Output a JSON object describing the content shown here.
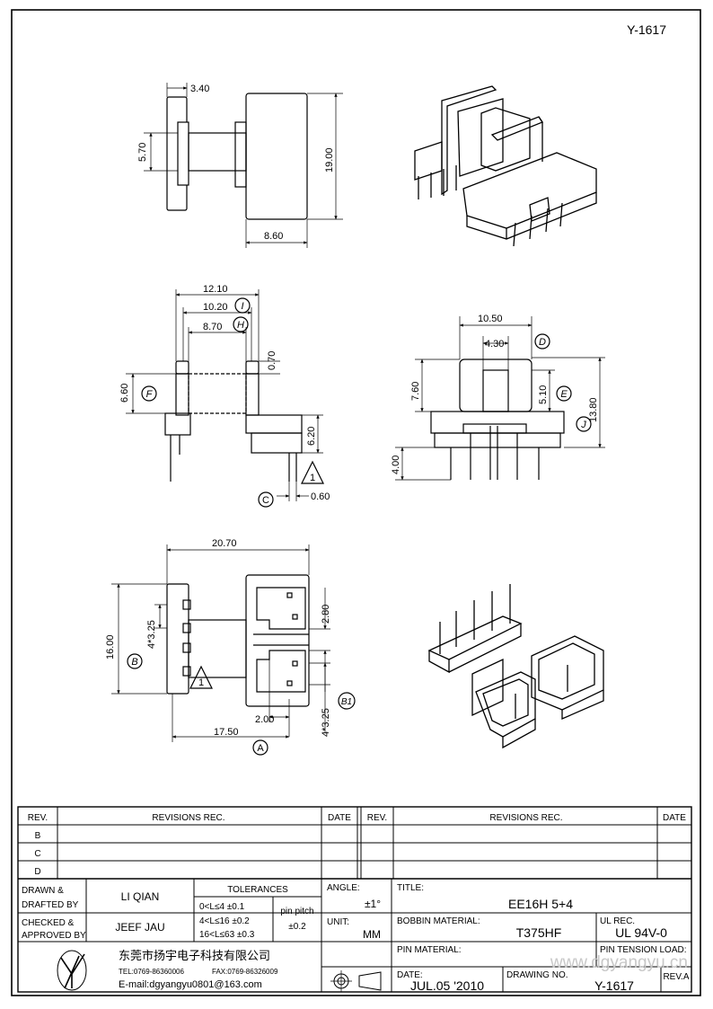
{
  "header": {
    "drawing_code": "Y-1617"
  },
  "top_view": {
    "dim_340": "3.40",
    "dim_570": "5.70",
    "dim_1900": "19.00",
    "dim_860": "8.60"
  },
  "side_view": {
    "dim_1210": "12.10",
    "dim_1020": "10.20",
    "dim_870": "8.70",
    "dim_070": "0.70",
    "dim_660": "6.60",
    "dim_620": "6.20",
    "dim_060": "0.60",
    "tag_I": "I",
    "tag_H": "H",
    "tag_F": "F",
    "tag_C": "C",
    "tag_1": "1"
  },
  "front_view": {
    "dim_1050": "10.50",
    "dim_430": "4.30",
    "dim_760": "7.60",
    "dim_510": "5.10",
    "dim_1380": "13.80",
    "dim_400": "4.00",
    "tag_D": "D",
    "tag_E": "E",
    "tag_J": "J"
  },
  "bottom_view": {
    "dim_2070": "20.70",
    "dim_1600": "16.00",
    "dim_4x325_left": "4*3.25",
    "dim_280": "2.80",
    "dim_200": "2.00",
    "dim_1750": "17.50",
    "dim_4x325_right": "4*3.25",
    "tag_B": "B",
    "tag_B1": "B1",
    "tag_A": "A",
    "tag_1": "1"
  },
  "revisions": {
    "header": {
      "rev": "REV.",
      "revisions": "REVISIONS   REC.",
      "date": "DATE"
    },
    "rows": [
      "B",
      "C",
      "D"
    ]
  },
  "title_block": {
    "drawn_label": "DRAWN &\nDRAFTED BY",
    "drawn_by": "LI QIAN",
    "checked_label": "CHECKED &\nAPPROVED BY",
    "checked_by": "JEEF JAU",
    "tolerances_label": "TOLERANCES",
    "tol_1": "0<L≤4   ±0.1",
    "tol_2": "4<L≤16  ±0.2",
    "tol_3": "16<L≤63  ±0.3",
    "pin_pitch_label": "pin pitch",
    "pin_pitch_val": "±0.2",
    "angle_label": "ANGLE:",
    "angle_val": "±1°",
    "unit_label": "UNIT:",
    "unit_val": "MM",
    "title_label": "TITLE:",
    "title_val": "EE16H  5+4",
    "bobbin_label": "BOBBIN MATERIAL:",
    "bobbin_val": "T375HF",
    "ul_label": "UL REC.",
    "ul_val": "UL 94V-0",
    "pin_material_label": "PIN MATERIAL:",
    "pin_tension_label": "PIN TENSION LOAD:",
    "date_label": "DATE:",
    "date_val": "JUL.05 '2010",
    "drawing_no_label": "DRAWING NO.",
    "drawing_no_val": "Y-1617",
    "rev_a": "REV.A",
    "company_name": "东莞市扬宇电子科技有限公司",
    "tel": "TEL:0769-86360006",
    "fax": "FAX:0769-86326009",
    "email": "E-mail:dgyangyu0801@163.com",
    "watermark": "www.dgyangyu.cn"
  }
}
